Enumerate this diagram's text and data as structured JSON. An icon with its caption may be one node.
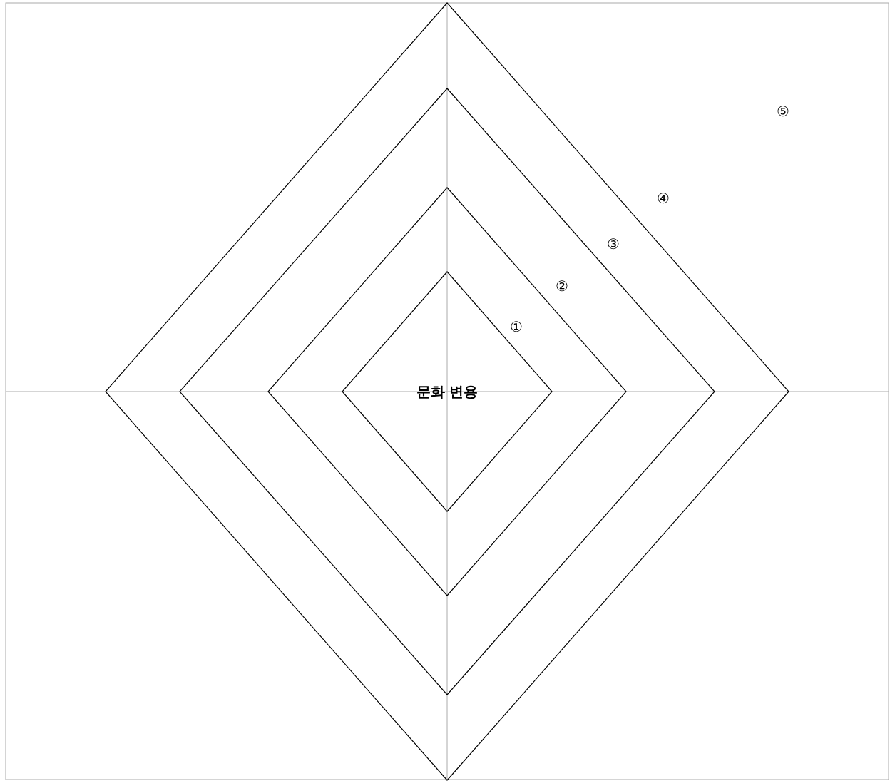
{
  "diagram": {
    "nodes": [
      {
        "text": [],
        "shape": "diamond"
      },
      {
        "text": [],
        "shape": "diamond",
        "in": 0
      },
      {
        "text": [],
        "shape": "diamond",
        "in": 1
      },
      {
        "text": [
          "문화 변용"
        ],
        "in": 2
      }
    ],
    "labels": [
      "①",
      "②",
      "③",
      "④",
      "⑤"
    ]
  }
}
